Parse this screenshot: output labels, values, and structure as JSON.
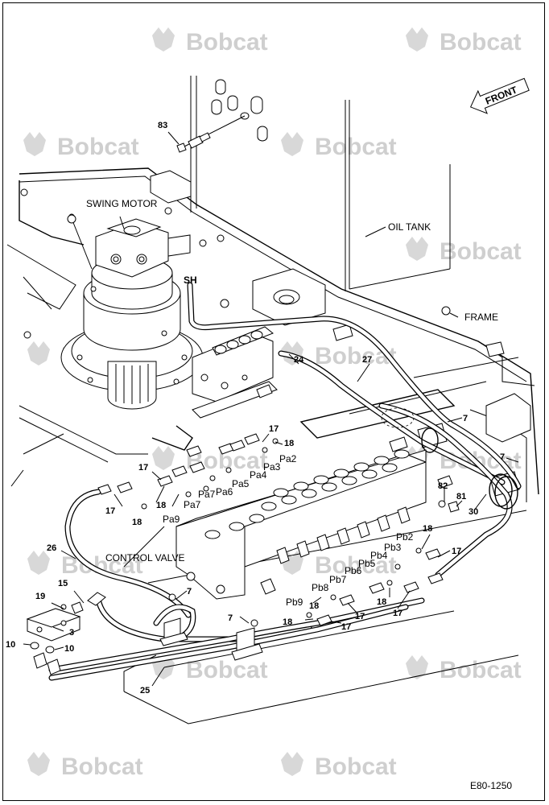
{
  "watermark": {
    "brand": "Bobcat"
  },
  "labels": {
    "front": "FRONT",
    "swing_motor": "SWING MOTOR",
    "oil_tank": "OIL TANK",
    "frame": "FRAME",
    "control_valve": "CONTROL VALVE",
    "sh": "SH"
  },
  "port_labels": {
    "pa2": "Pa2",
    "pa3": "Pa3",
    "pa4": "Pa4",
    "pa5": "Pa5",
    "pa6": "Pa6",
    "pa7": "Pa7",
    "pa9": "Pa9",
    "pb2": "Pb2",
    "pb3": "Pb3",
    "pb4": "Pb4",
    "pb5": "Pb5",
    "pb6": "Pb6",
    "pb7": "Pb7",
    "pb8": "Pb8",
    "pb9": "Pb9"
  },
  "callouts": {
    "c83": "83",
    "c24": "24",
    "c27": "27",
    "c7a": "7",
    "c7b": "7",
    "c7c": "7",
    "c7d": "7",
    "c17a": "17",
    "c17b": "17",
    "c17c": "17",
    "c17d": "17",
    "c17e": "17",
    "c17f": "17",
    "c17g": "17",
    "c18a": "18",
    "c18b": "18",
    "c18c": "18",
    "c18d": "18",
    "c18e": "18",
    "c18f": "18",
    "c18g": "18",
    "c82": "82",
    "c81": "81",
    "c30": "30",
    "c26": "26",
    "c15": "15",
    "c19": "19",
    "c3": "3",
    "c10a": "10",
    "c10b": "10",
    "c25": "25"
  },
  "figure_code": "E80-1250"
}
